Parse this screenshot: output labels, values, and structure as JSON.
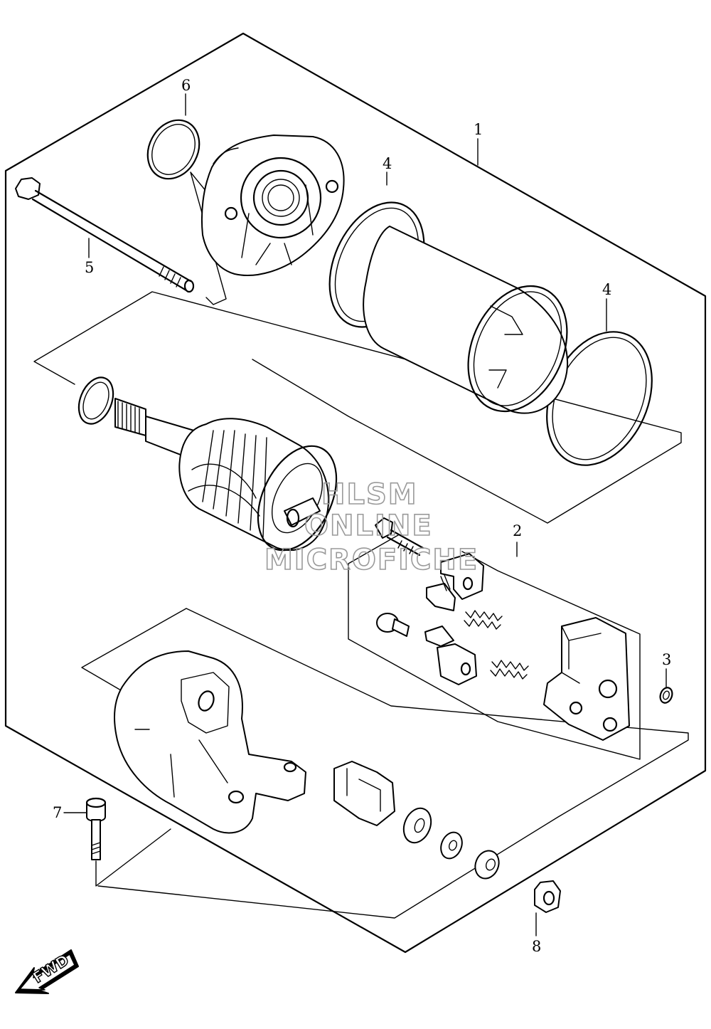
{
  "diagram": {
    "callouts": [
      {
        "id": "c1",
        "number": "1"
      },
      {
        "id": "c2",
        "number": "2"
      },
      {
        "id": "c3",
        "number": "3"
      },
      {
        "id": "c4a",
        "number": "4"
      },
      {
        "id": "c4b",
        "number": "4"
      },
      {
        "id": "c5",
        "number": "5"
      },
      {
        "id": "c6",
        "number": "6"
      },
      {
        "id": "c7",
        "number": "7"
      },
      {
        "id": "c8",
        "number": "8"
      }
    ],
    "direction_label": "FWD"
  },
  "watermark": {
    "line1": "HLSM",
    "line2": "ONLINE",
    "line3": "MICROFICHE"
  }
}
